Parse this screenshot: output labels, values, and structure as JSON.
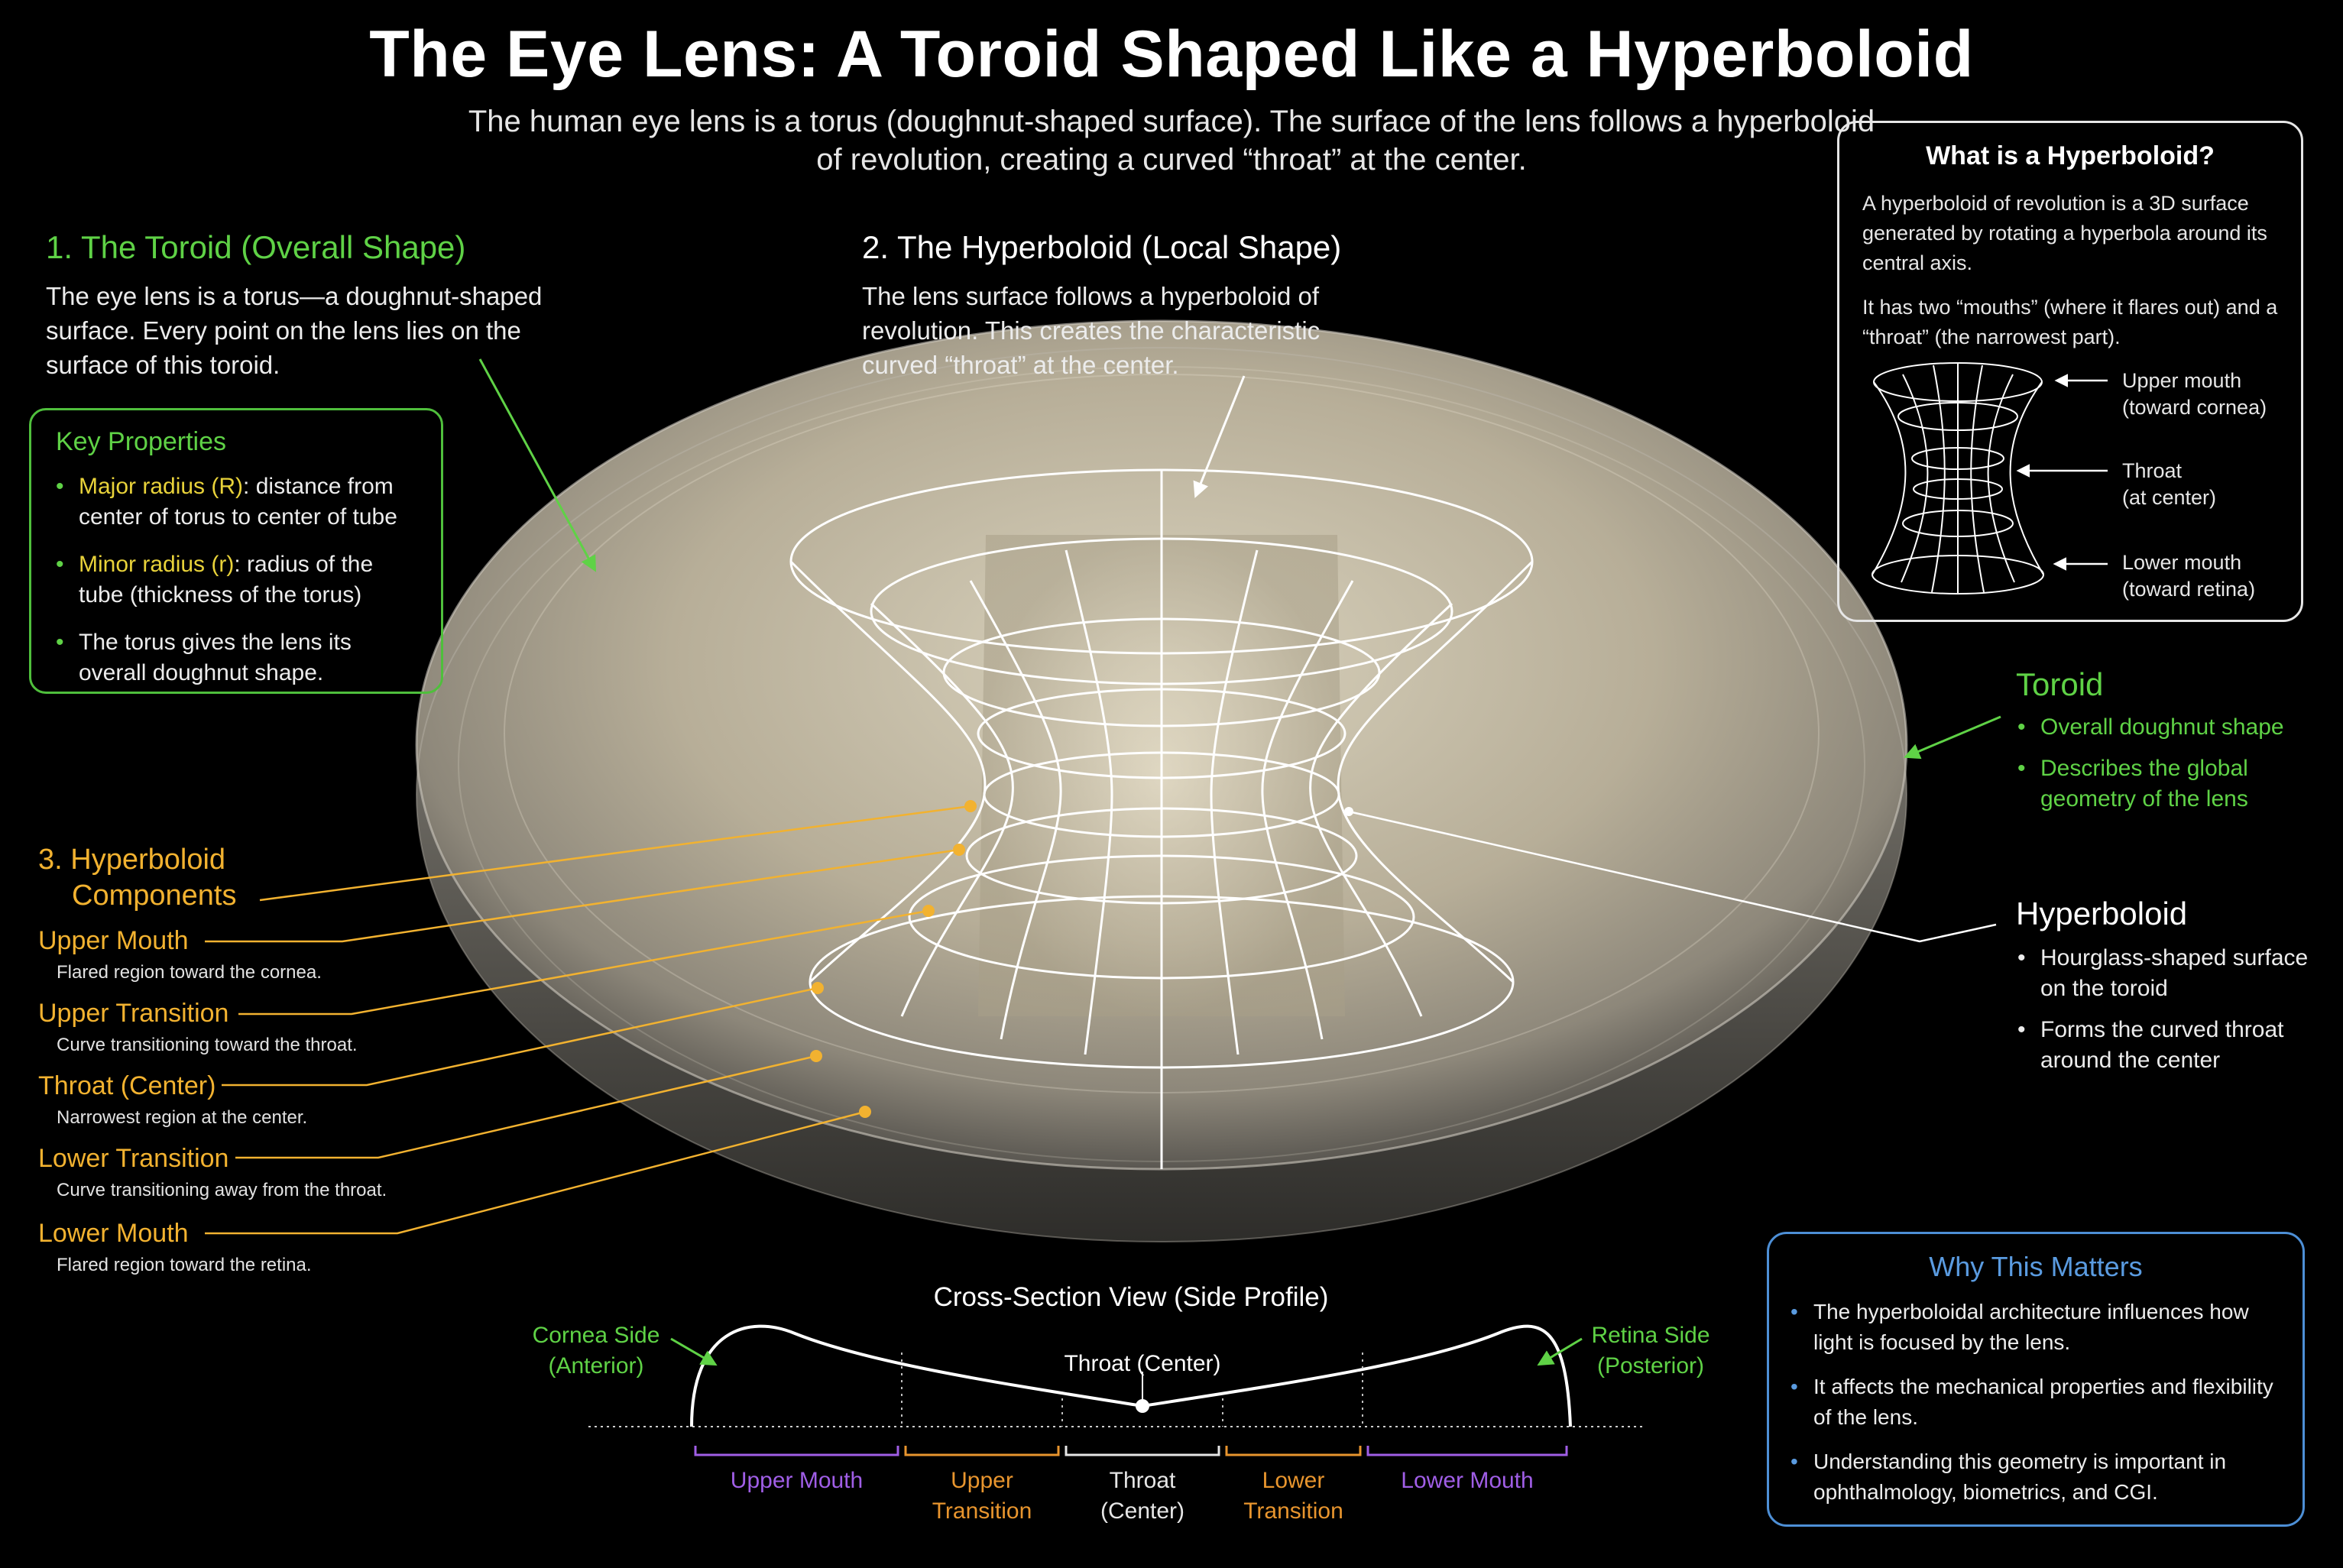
{
  "title": "The Eye Lens: A Toroid Shaped Like a Hyperboloid",
  "subtitle": "The human eye lens is a torus (doughnut-shaped surface). The surface of the lens follows a hyperboloid of revolution, creating a curved “throat” at the center.",
  "toroid_section": {
    "heading": "1. The Toroid (Overall Shape)",
    "body": "The eye lens is a torus—a doughnut-shaped surface. Every point on the lens lies on the surface of this toroid."
  },
  "key_properties": {
    "heading": "Key Properties",
    "items": [
      {
        "term": "Major radius (R)",
        "rest": ": distance from center of torus to center of tube"
      },
      {
        "term": "Minor radius (r)",
        "rest": ": radius of the tube (thickness of the torus)"
      },
      {
        "term": "",
        "rest": "The torus gives the lens its overall doughnut shape."
      }
    ]
  },
  "hyperboloid_section": {
    "heading": "2. The Hyperboloid (Local Shape)",
    "body": "The lens surface follows a hyperboloid of revolution. This creates the characteristic curved “throat” at the center."
  },
  "components": {
    "heading_line1": "3. Hyperboloid",
    "heading_line2": "Components",
    "items": [
      {
        "name": "Upper Mouth",
        "desc": "Flared region toward the cornea."
      },
      {
        "name": "Upper Transition",
        "desc": "Curve transitioning toward the throat."
      },
      {
        "name": "Throat (Center)",
        "desc": "Narrowest region at the center."
      },
      {
        "name": "Lower Transition",
        "desc": "Curve transitioning away from the throat."
      },
      {
        "name": "Lower Mouth",
        "desc": "Flared region toward the retina."
      }
    ]
  },
  "what_is_hyperboloid": {
    "heading": "What is a Hyperboloid?",
    "para1": "A hyperboloid of revolution is a 3D surface generated by rotating a hyperbola around its central axis.",
    "para2": "It has two “mouths” (where it flares out) and a “throat” (the narrowest part).",
    "labels": [
      {
        "line1": "Upper mouth",
        "line2": "(toward cornea)"
      },
      {
        "line1": "Throat",
        "line2": "(at center)"
      },
      {
        "line1": "Lower mouth",
        "line2": "(toward retina)"
      }
    ]
  },
  "toroid_side": {
    "heading": "Toroid",
    "items": [
      "Overall doughnut shape",
      "Describes the global geometry of the lens"
    ]
  },
  "hyperboloid_side": {
    "heading": "Hyperboloid",
    "items": [
      "Hourglass-shaped surface on the toroid",
      "Forms the curved throat around the center"
    ]
  },
  "cross_section": {
    "heading": "Cross-Section View (Side Profile)",
    "cornea_line1": "Cornea Side",
    "cornea_line2": "(Anterior)",
    "retina_line1": "Retina Side",
    "retina_line2": "(Posterior)",
    "throat_label": "Throat (Center)",
    "segments": [
      {
        "line1": "Upper Mouth",
        "line2": "",
        "color": "#a05ee6"
      },
      {
        "line1": "Upper",
        "line2": "Transition",
        "color": "#e8952e"
      },
      {
        "line1": "Throat",
        "line2": "(Center)",
        "color": "#e6e6e6"
      },
      {
        "line1": "Lower",
        "line2": "Transition",
        "color": "#e8952e"
      },
      {
        "line1": "Lower Mouth",
        "line2": "",
        "color": "#a05ee6"
      }
    ]
  },
  "why_matters": {
    "heading": "Why This Matters",
    "items": [
      "The hyperboloidal architecture influences how light is focused by the lens.",
      "It affects the mechanical properties and flexibility of the lens.",
      "Understanding this geometry is important in ophthalmology, biometrics, and CGI."
    ]
  },
  "colors": {
    "green": "#5fd246",
    "yellow": "#f2b230",
    "blue": "#5a9be0",
    "purple": "#a05ee6",
    "orange": "#e8952e"
  }
}
